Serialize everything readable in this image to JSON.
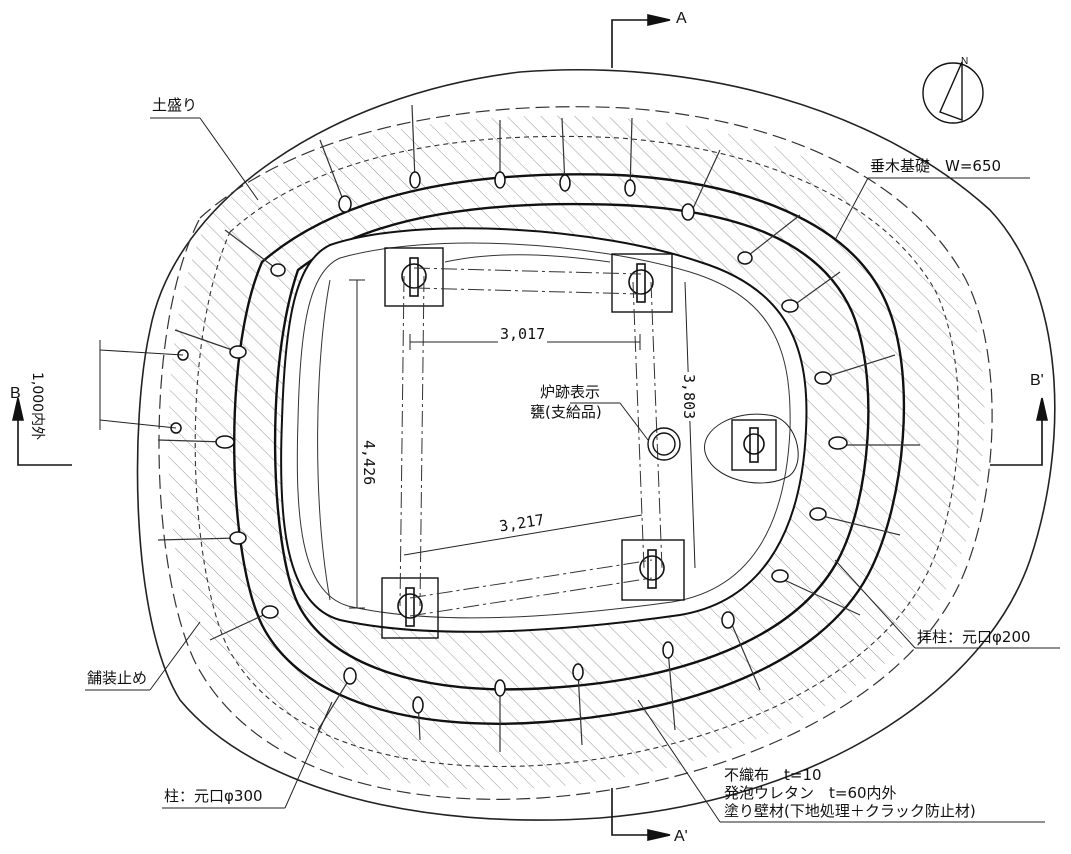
{
  "drawing": {
    "section_a_top": "A",
    "section_a_bottom": "A'",
    "section_b_left": "B",
    "section_b_right": "B'",
    "north_label": "N",
    "callouts": {
      "mound": "土盛り",
      "rafter_foundation": "垂木基礎　W=650",
      "offset": "1,000内外",
      "hearth_1": "炉跡表示",
      "hearth_2": "甕(支給品)",
      "worship_pillar": "拝柱：元口φ200",
      "paving_stop": "舗装止め",
      "pillar": "柱：元口φ300",
      "layer_1": "不織布　t=10",
      "layer_2": "発泡ウレタン　t=60内外",
      "layer_3": "塗り壁材(下地処理＋クラック防止材)"
    },
    "dimensions": {
      "top_span": "3,017",
      "right_span": "3,803",
      "left_span": "4,426",
      "bottom_span": "3,217"
    }
  }
}
